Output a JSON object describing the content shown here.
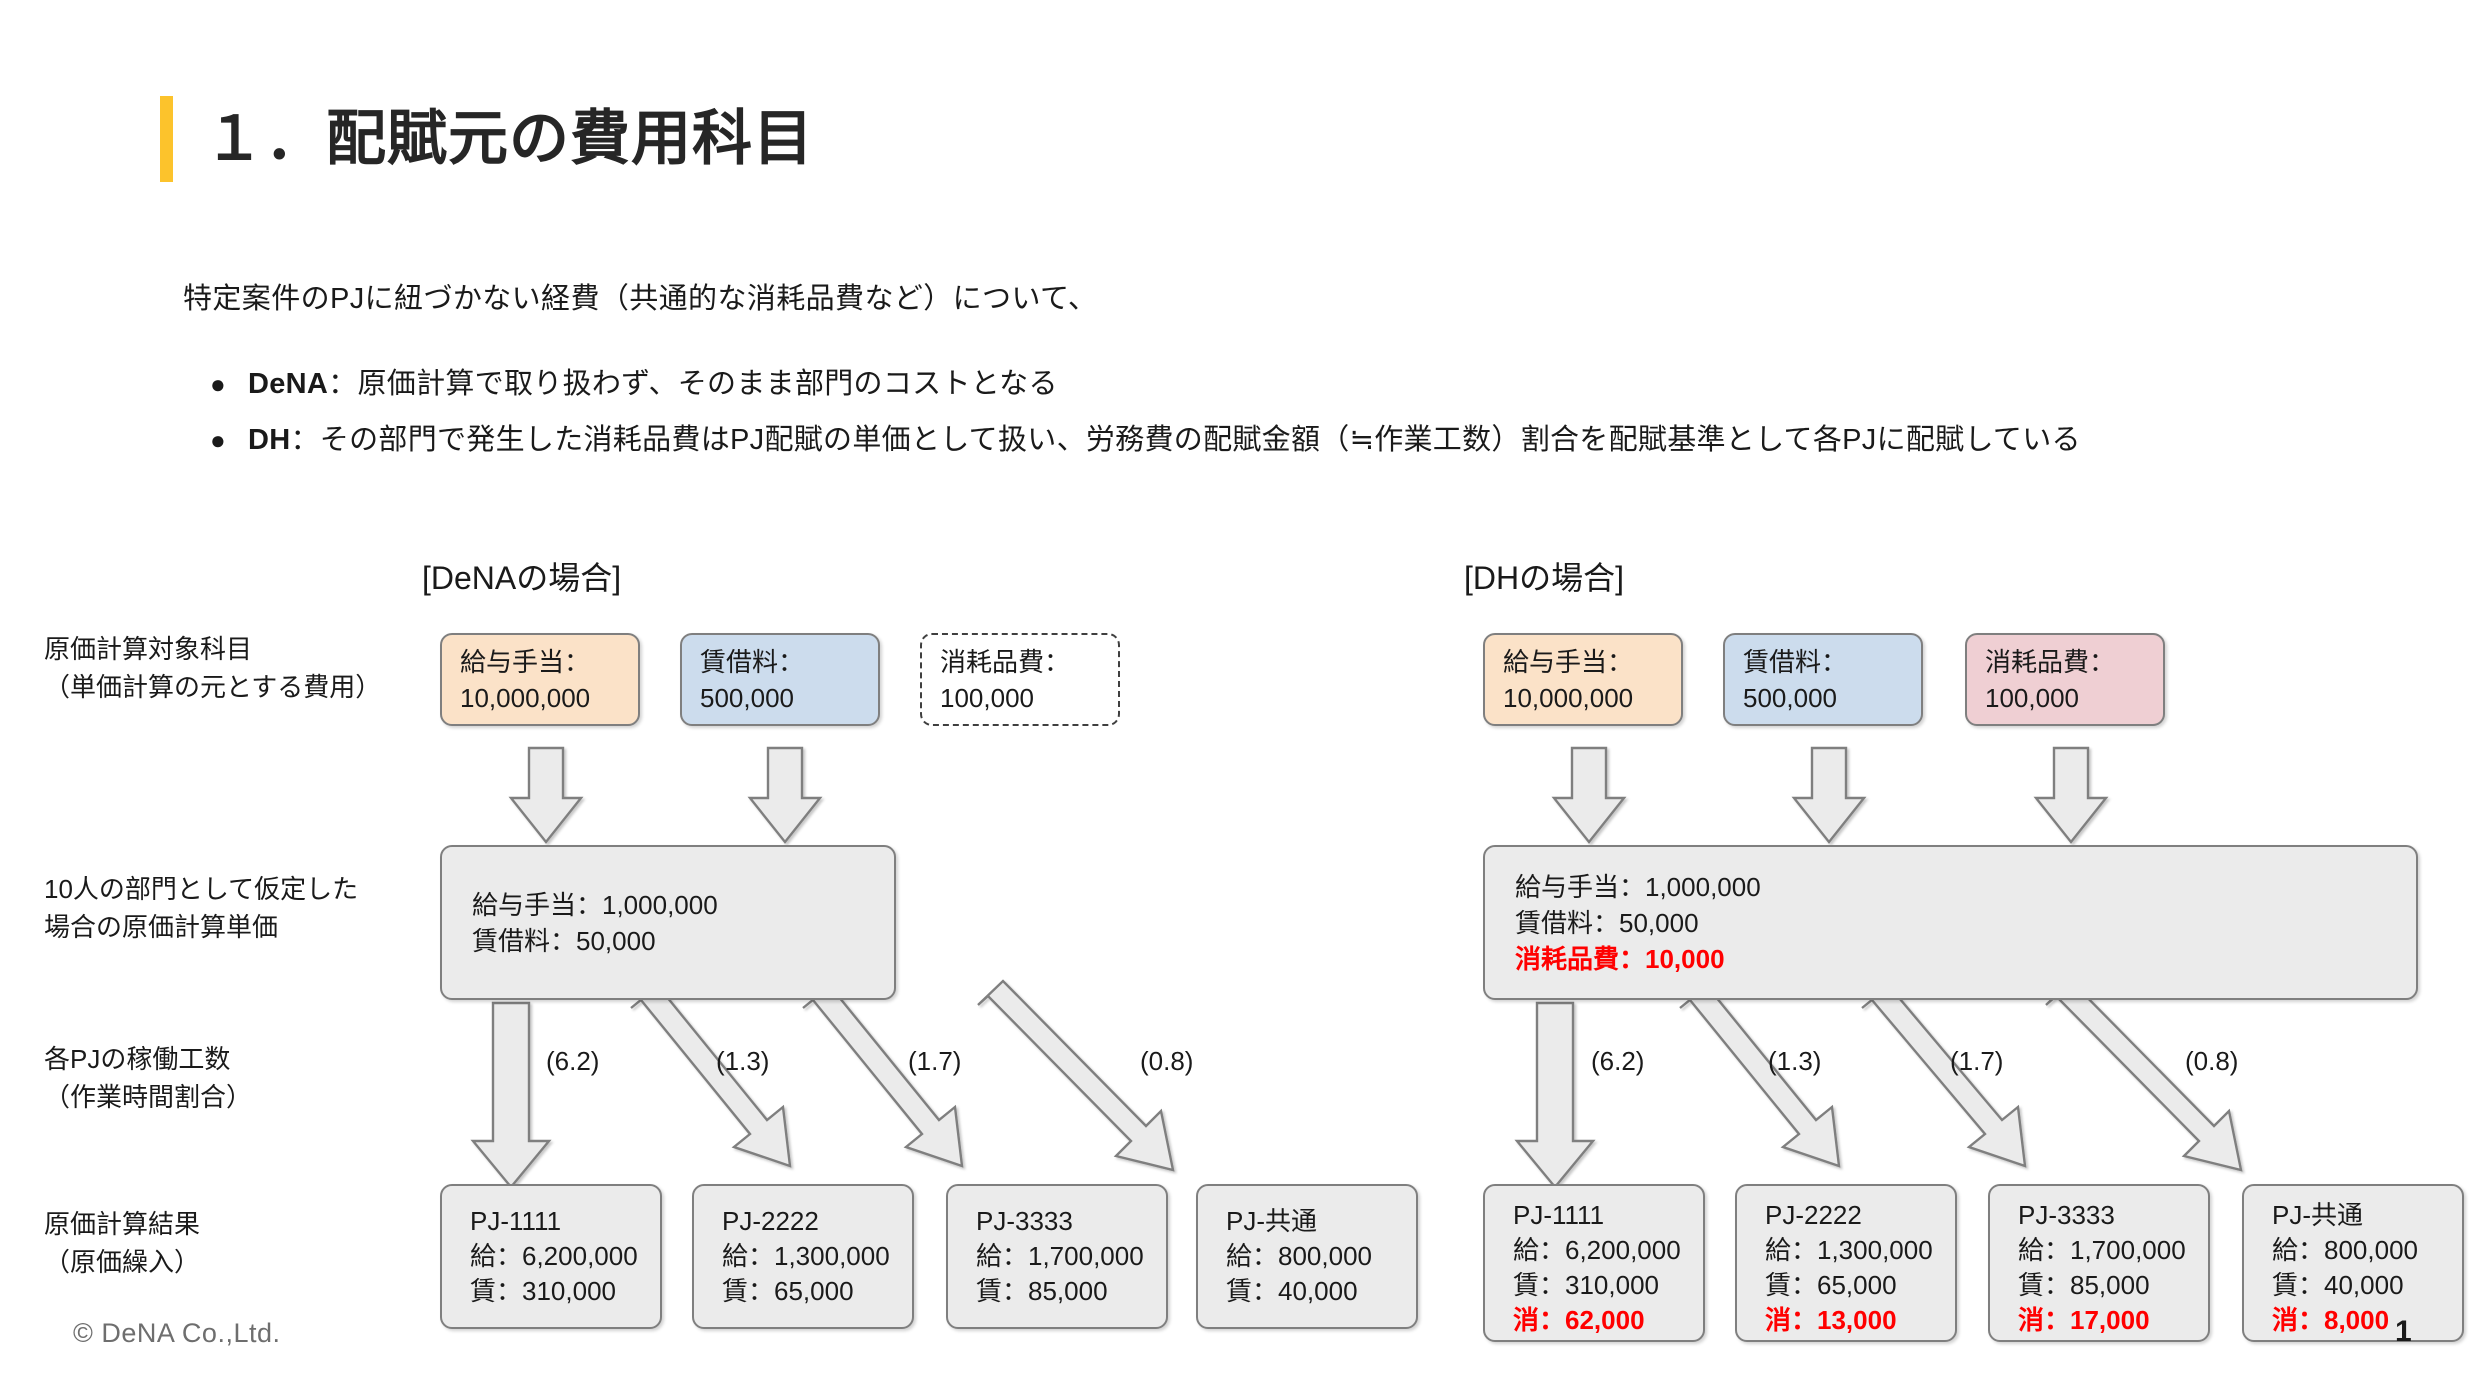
{
  "slide": {
    "title": "１．配賦元の費用科目",
    "accent_color": "#fcc32c",
    "lead": "特定案件のPJに紐づかない経費（共通的な消耗品費など）について、",
    "bullets": [
      {
        "marker": "●",
        "strong": "DeNA",
        "text": "：原価計算で取り扱わず、そのまま部門のコストとなる"
      },
      {
        "marker": "●",
        "strong": "DH",
        "text": "：その部門で発生した消耗品費はPJ配賦の単価として扱い、労務費の配賦金額（≒作業工数）割合を配賦基準として各PJに配賦している"
      }
    ],
    "copyright": "© DeNA Co.,Ltd.",
    "page_number": "1"
  },
  "row_labels": [
    "原価計算対象科目\n（単価計算の元とする費用）",
    "10人の部門として仮定した\n場合の原価計算単価",
    "各PJの稼働工数\n（作業時間割合）",
    "原価計算結果\n（原価繰入）"
  ],
  "panels": {
    "dena": {
      "heading": "[DeNAの場合]",
      "sources": [
        {
          "label": "給与手当：",
          "value": "10,000,000",
          "style": "orange"
        },
        {
          "label": "賃借料：",
          "value": "500,000",
          "style": "blue"
        },
        {
          "label": "消耗品費：",
          "value": "100,000",
          "style": "dashed"
        }
      ],
      "unit_box": [
        {
          "text": "給与手当：1,000,000",
          "highlight": false
        },
        {
          "text": "賃借料：50,000",
          "highlight": false
        }
      ],
      "ratios": [
        "(6.2)",
        "(1.3)",
        "(1.7)",
        "(0.8)"
      ],
      "results": [
        {
          "name": "PJ-1111",
          "lines": [
            {
              "text": "給：6,200,000",
              "highlight": false
            },
            {
              "text": "賃：310,000",
              "highlight": false
            }
          ]
        },
        {
          "name": "PJ-2222",
          "lines": [
            {
              "text": "給：1,300,000",
              "highlight": false
            },
            {
              "text": "賃：65,000",
              "highlight": false
            }
          ]
        },
        {
          "name": "PJ-3333",
          "lines": [
            {
              "text": "給：1,700,000",
              "highlight": false
            },
            {
              "text": "賃：85,000",
              "highlight": false
            }
          ]
        },
        {
          "name": "PJ-共通",
          "lines": [
            {
              "text": "給：800,000",
              "highlight": false
            },
            {
              "text": "賃：40,000",
              "highlight": false
            }
          ]
        }
      ]
    },
    "dh": {
      "heading": "[DHの場合]",
      "sources": [
        {
          "label": "給与手当：",
          "value": "10,000,000",
          "style": "orange"
        },
        {
          "label": "賃借料：",
          "value": "500,000",
          "style": "blue"
        },
        {
          "label": "消耗品費：",
          "value": "100,000",
          "style": "pink"
        }
      ],
      "unit_box": [
        {
          "text": "給与手当：1,000,000",
          "highlight": false
        },
        {
          "text": "賃借料：50,000",
          "highlight": false
        },
        {
          "text": "消耗品費：10,000",
          "highlight": true
        }
      ],
      "ratios": [
        "(6.2)",
        "(1.3)",
        "(1.7)",
        "(0.8)"
      ],
      "results": [
        {
          "name": "PJ-1111",
          "lines": [
            {
              "text": "給：6,200,000",
              "highlight": false
            },
            {
              "text": "賃：310,000",
              "highlight": false
            },
            {
              "text": "消：62,000",
              "highlight": true
            }
          ]
        },
        {
          "name": "PJ-2222",
          "lines": [
            {
              "text": "給：1,300,000",
              "highlight": false
            },
            {
              "text": "賃：65,000",
              "highlight": false
            },
            {
              "text": "消：13,000",
              "highlight": true
            }
          ]
        },
        {
          "name": "PJ-3333",
          "lines": [
            {
              "text": "給：1,700,000",
              "highlight": false
            },
            {
              "text": "賃：85,000",
              "highlight": false
            },
            {
              "text": "消：17,000",
              "highlight": true
            }
          ]
        },
        {
          "name": "PJ-共通",
          "lines": [
            {
              "text": "給：800,000",
              "highlight": false
            },
            {
              "text": "賃：40,000",
              "highlight": false
            },
            {
              "text": "消：8,000",
              "highlight": true
            }
          ]
        }
      ]
    }
  },
  "colors": {
    "accent": "#fcc32c",
    "highlight": "#ff0000",
    "box_grey": "#ebebeb",
    "orange": "#fbe2c8",
    "blue": "#ccdced",
    "pink": "#efcfd3",
    "border": "#7f7f7f"
  }
}
